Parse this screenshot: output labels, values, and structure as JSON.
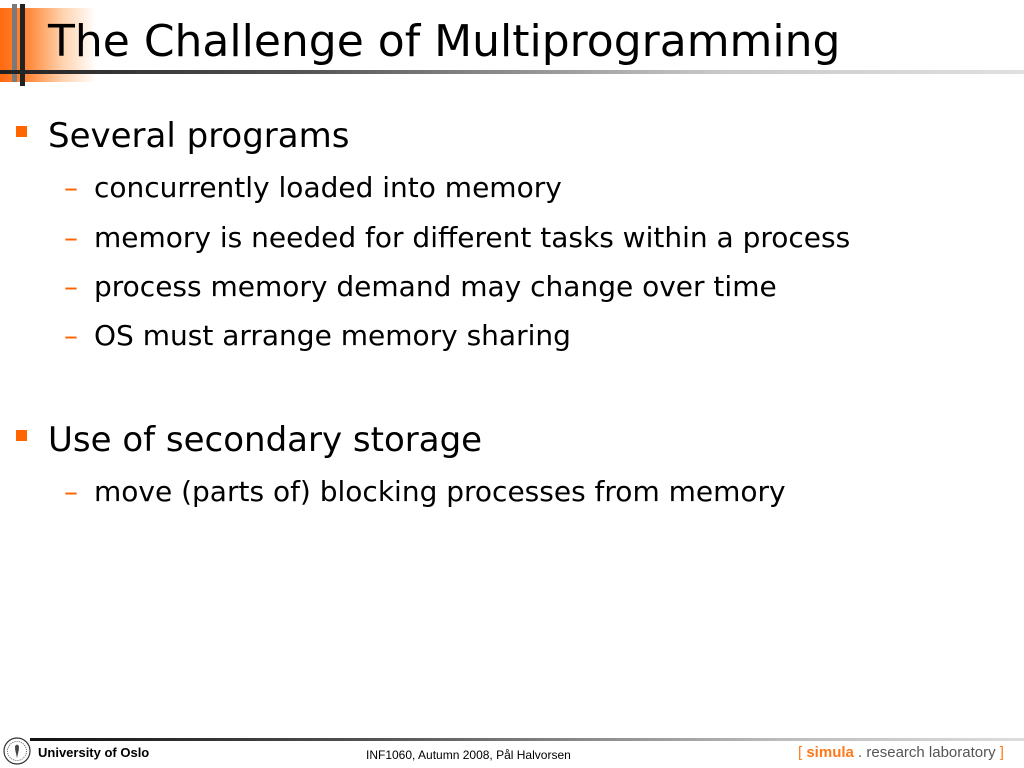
{
  "slide": {
    "title": "The Challenge of Multiprogramming",
    "bullets": [
      {
        "text": "Several programs",
        "subitems": [
          "concurrently loaded into memory",
          "memory is needed for different tasks within a process",
          "process memory demand may change over time",
          "OS must arrange memory sharing"
        ]
      },
      {
        "text": "Use of secondary storage",
        "subitems": [
          "move (parts of) blocking processes from memory"
        ]
      }
    ],
    "sub_marker": "–"
  },
  "footer": {
    "university": "University of Oslo",
    "course": "INF1060,  Autumn 2008,  Pål Halvorsen",
    "lab_open": "[",
    "lab_simula": "simula",
    "lab_dot": ".",
    "lab_rest": "research laboratory",
    "lab_close": "]"
  },
  "colors": {
    "accent": "#ff6600",
    "text": "#000000"
  }
}
